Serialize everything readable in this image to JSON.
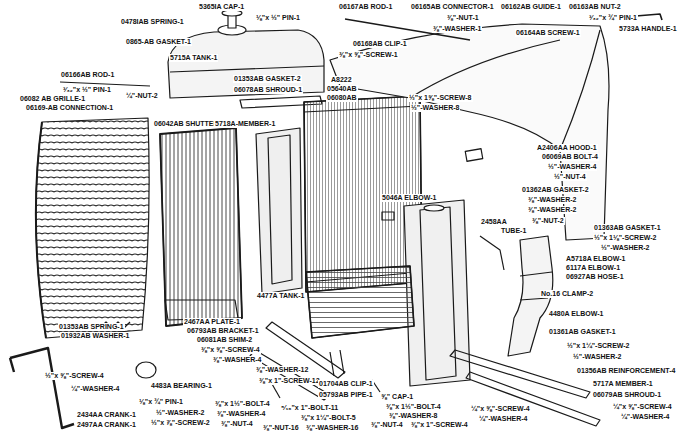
{
  "diagram": {
    "labels": [
      "5365IA CAP-1",
      "⅛\"x ½\" PIN-1",
      "0478IAB SPRING-1",
      "0865-AB GASKET-1",
      "06167AB ROD-1",
      "06165AB CONNECTOR-1",
      "⅜\"-NUT-1",
      "⅜\"-WASHER-1",
      "06162AB GUIDE-1",
      "06163AB NUT-2",
      "³⁄₃₂\"x ¾\" PIN-1",
      "06164AB SCREW-1",
      "5733A HANDLE-1",
      "06168AB CLIP-1",
      "⅜\"x ⅝\"-SCREW-1",
      "5715A TANK-1",
      "01353AB GASKET-2",
      "06078AB SHROUD-1",
      "A8222",
      "05640AB",
      "06080AB",
      "06166AB ROD-1",
      "³⁄₃₂\"x ½\" PIN-1",
      "¼\"-NUT-2",
      "06082 AB GRILLE-1",
      "06169-AB CONNECTION-1",
      "06042AB SHUTTER-1",
      "5718A-MEMBER-1",
      "½\"x 1⅝\"-SCREW-8",
      "½\"-WASHER-8",
      "A2406AA HOOD-1",
      "06069AB BOLT-4",
      "½\"-WASHER-4",
      "½\"-NUT-4",
      "01362AB GASKET-2",
      "5046A ELBOW-1",
      "⅜\"-WASHER-2",
      "⅜\"-WASHER-2",
      "⅜\"-NUT-2",
      "2458AA",
      "TUBE-1",
      "01363AB GASKET-1",
      "½\"x 1⅛\"-SCREW-2",
      "½\"-WASHER-2",
      "A5718A ELBOW-1",
      "6117A ELBOW-1",
      "06927AB HOSE-1",
      "No.16 CLAMP-2",
      "4480A ELBOW-1",
      "01361AB GASKET-1",
      "½\"x 1¼\"-SCREW-2",
      "½\"-WASHER-2",
      "01356AB REINFORCEMENT-4",
      "5717A MEMBER-1",
      "06079AB SHROUD-1",
      "¼\"x ⅝\"-SCREW-4",
      "¼\"-WASHER-4",
      "4477A TANK-1",
      "2467AA PLATE-1",
      "06793AB BRACKET-1",
      "06081AB SHIM-2",
      "01353AB SPRING-1",
      "01932AB WASHER-1",
      "⅜\"x ⅝\"-SCREW-4",
      "⅜\"-WASHER-4",
      "⅜\"-WASHER-12",
      "⅜\"x 1\"-SCREW-12",
      "4483A BEARING-1",
      "½\"x ⅝\"-SCREW-4",
      "¼\"-WASHER-4",
      "⅛\"x ¾\" PIN-1",
      "½\"-WASHER-2",
      "½\"x ⅞\"-SCREW-2",
      "2434AA CRANK-1",
      "2497AA CRANK-1",
      "⅜\"x 1½\"-BOLT-4",
      "⅜\"-WASHER-4",
      "⅜\"-NUT-4",
      "01704AB CLIP-1",
      "05793AB PIPE-1",
      "⅝\" CAP-1",
      "⁵⁄₁₆\"x 1\"-BOLT-11",
      "⅜\"x 1¼\"-BOLT-5",
      "⅜\"-NUT-16",
      "⅜\"-WASHER-16",
      "⅜\"x 1½\"-BOLT-4",
      "⅜\"-WASHER-8",
      "⅜\"-NUT-4",
      "⅜\"x 1\"-SCREW-4",
      "¼\"x ⅝\"-SCREW-4",
      "¼\"-WASHER-4"
    ]
  }
}
